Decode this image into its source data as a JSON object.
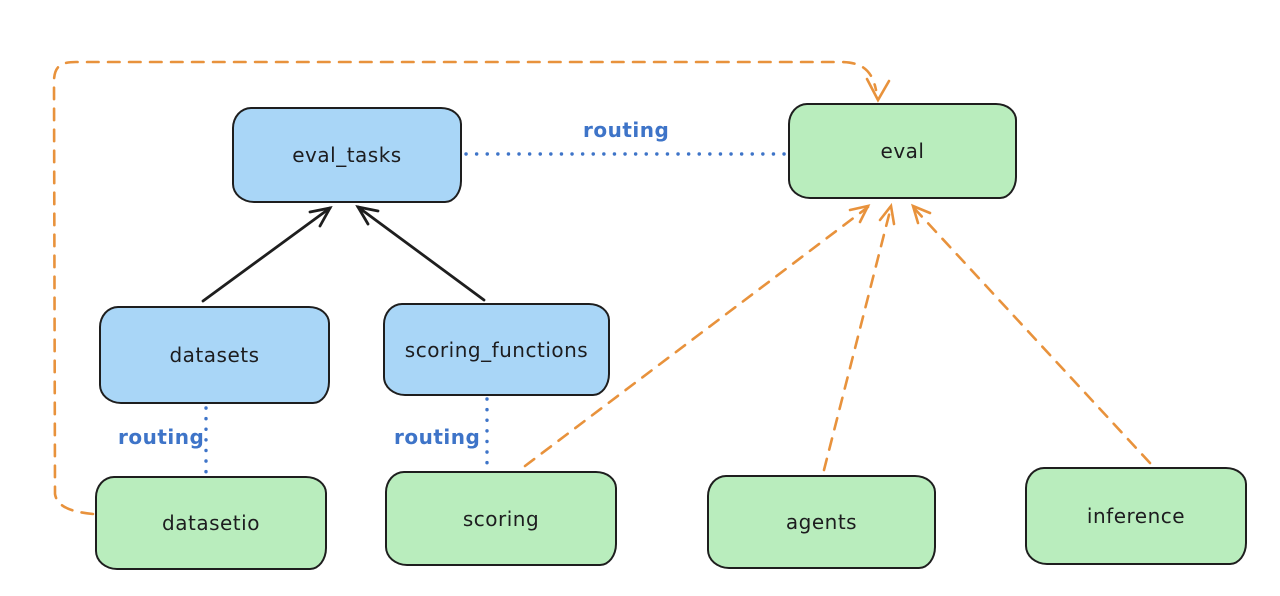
{
  "diagram": {
    "nodes": [
      {
        "id": "eval_tasks",
        "label": "eval_tasks",
        "color": "blue"
      },
      {
        "id": "eval",
        "label": "eval",
        "color": "green"
      },
      {
        "id": "datasets",
        "label": "datasets",
        "color": "blue"
      },
      {
        "id": "scoring_functions",
        "label": "scoring_functions",
        "color": "blue"
      },
      {
        "id": "datasetio",
        "label": "datasetio",
        "color": "green"
      },
      {
        "id": "scoring",
        "label": "scoring",
        "color": "green"
      },
      {
        "id": "agents",
        "label": "agents",
        "color": "green"
      },
      {
        "id": "inference",
        "label": "inference",
        "color": "green"
      }
    ],
    "edge_labels": [
      {
        "id": "routing-top",
        "text": "routing"
      },
      {
        "id": "routing-left",
        "text": "routing"
      },
      {
        "id": "routing-mid",
        "text": "routing"
      }
    ],
    "edges": [
      {
        "from": "datasets",
        "to": "eval_tasks",
        "style": "solid-black-arrow"
      },
      {
        "from": "scoring_functions",
        "to": "eval_tasks",
        "style": "solid-black-arrow"
      },
      {
        "from": "eval_tasks",
        "to": "eval",
        "style": "dotted-blue",
        "label": "routing"
      },
      {
        "from": "datasets",
        "to": "datasetio",
        "style": "dotted-blue",
        "label": "routing"
      },
      {
        "from": "scoring_functions",
        "to": "scoring",
        "style": "dotted-blue",
        "label": "routing"
      },
      {
        "from": "datasetio",
        "to": "eval",
        "style": "dashed-orange-arrow"
      },
      {
        "from": "scoring",
        "to": "eval",
        "style": "dashed-orange-arrow"
      },
      {
        "from": "agents",
        "to": "eval",
        "style": "dashed-orange-arrow"
      },
      {
        "from": "inference",
        "to": "eval",
        "style": "dashed-orange-arrow"
      }
    ],
    "colors": {
      "blue_fill": "#a9d6f7",
      "green_fill": "#b9edbd",
      "stroke": "#1e1e1e",
      "orange": "#e8923c",
      "routing_blue": "#3e74c8"
    }
  }
}
